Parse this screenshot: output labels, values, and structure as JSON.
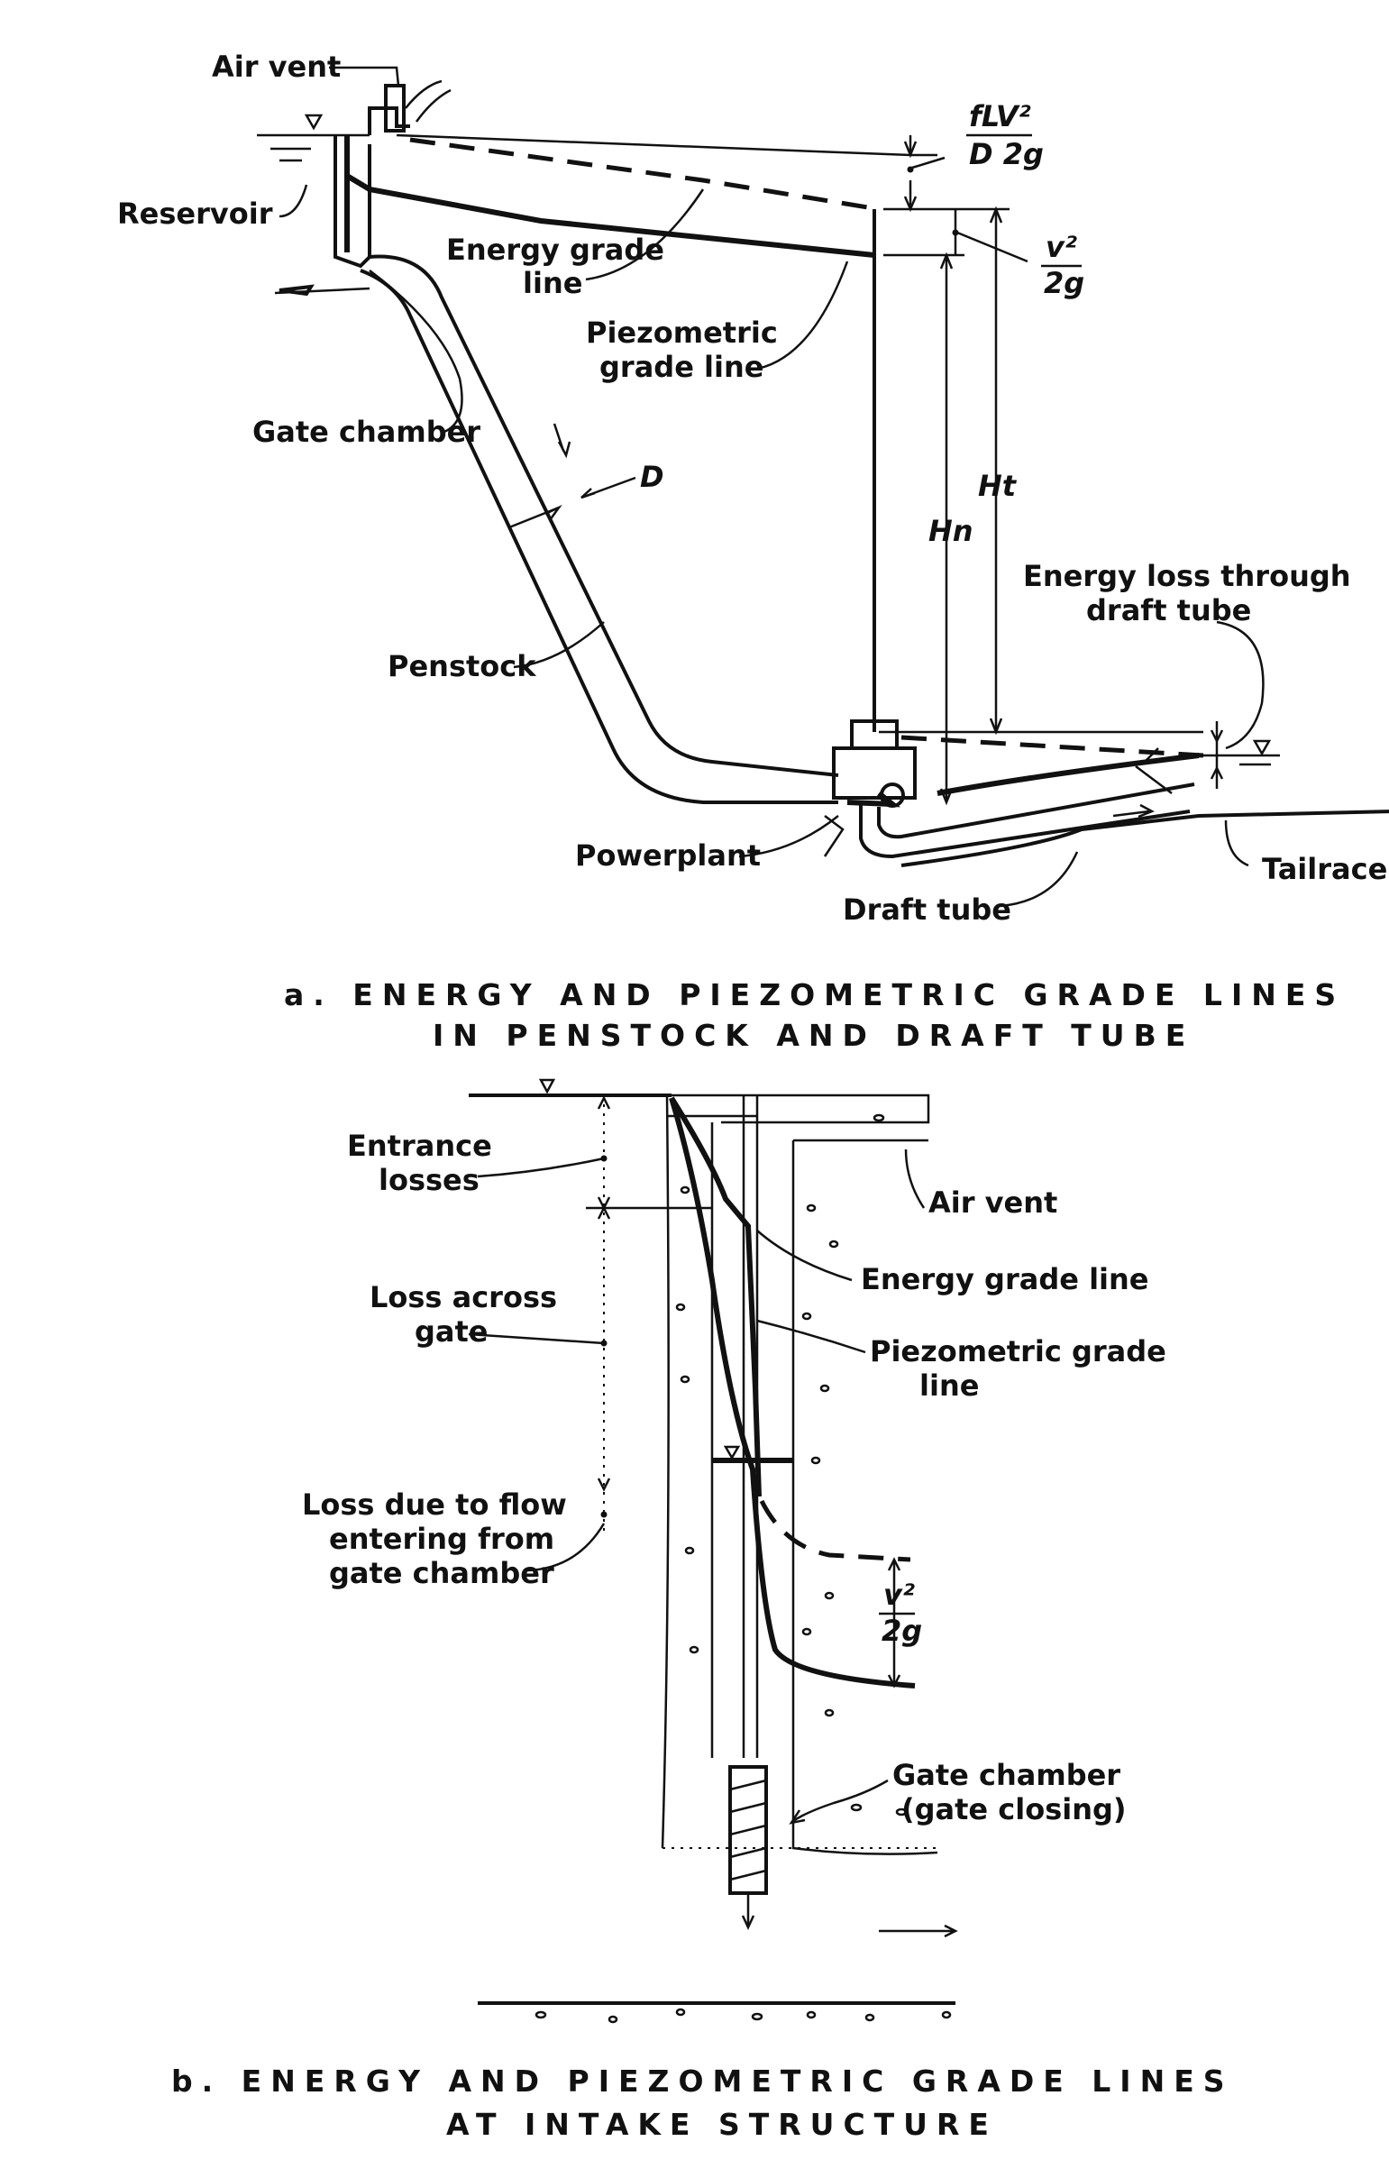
{
  "part_a": {
    "labels": {
      "air_vent": "Air vent",
      "reservoir": "Reservoir",
      "energy_grade_line": [
        "Energy grade",
        "line"
      ],
      "piezometric_grade_line": [
        "Piezometric",
        "grade line"
      ],
      "gate_chamber": "Gate chamber",
      "diameter": "D",
      "penstock": "Penstock",
      "powerplant": "Powerplant",
      "draft_tube": "Draft tube",
      "tailrace": "Tailrace",
      "energy_loss_draft_tube": [
        "Energy loss through",
        "draft tube"
      ],
      "friction_loss": {
        "numerator": "fLV²",
        "denominator": "D 2g"
      },
      "velocity_head": {
        "numerator": "v²",
        "denominator": "2g"
      },
      "net_head": "Hn",
      "total_head": "Ht"
    },
    "caption": [
      "a. ENERGY AND PIEZOMETRIC GRADE LINES",
      "IN PENSTOCK AND DRAFT TUBE"
    ]
  },
  "part_b": {
    "labels": {
      "entrance_losses": [
        "Entrance",
        "losses"
      ],
      "air_vent": "Air vent",
      "energy_grade_line": "Energy grade line",
      "loss_across_gate": [
        "Loss across",
        "gate"
      ],
      "piezometric_grade_line": [
        "Piezometric grade",
        "line"
      ],
      "loss_entering": [
        "Loss due to flow",
        "entering from",
        "gate chamber"
      ],
      "velocity_head": {
        "numerator": "v²",
        "denominator": "2g"
      },
      "gate_chamber": [
        "Gate chamber",
        "(gate closing)"
      ]
    },
    "caption": [
      "b. ENERGY AND PIEZOMETRIC GRADE LINES",
      "AT INTAKE STRUCTURE"
    ]
  }
}
